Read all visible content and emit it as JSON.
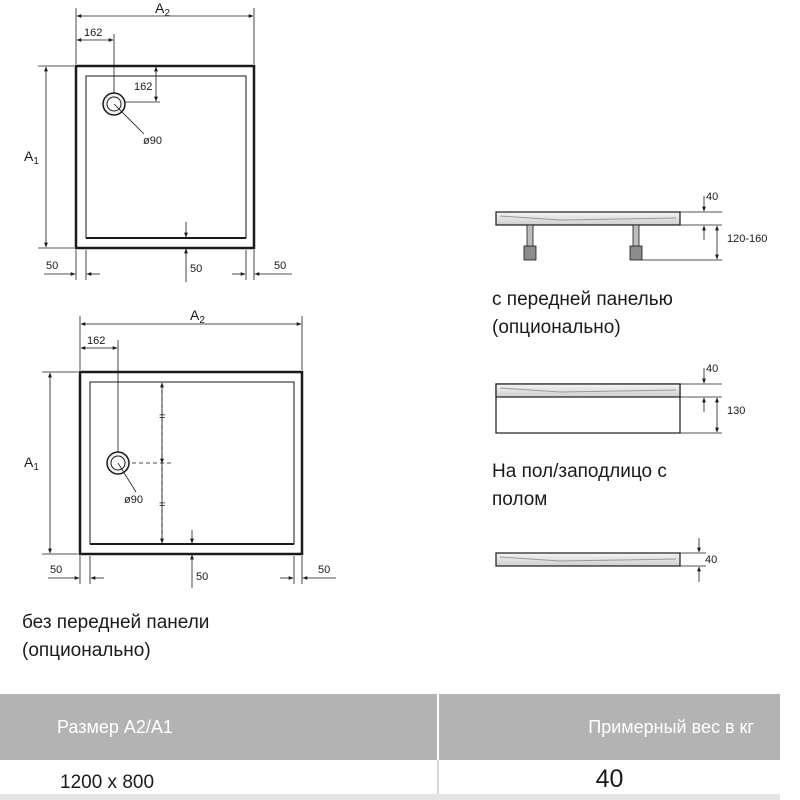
{
  "drawing_top": {
    "width_label": "A",
    "width_sub": "2",
    "height_label": "A",
    "height_sub": "1",
    "offset_x": "162",
    "offset_y": "162",
    "drain": "ø90",
    "margin_left": "50",
    "margin_center": "50",
    "margin_right": "50"
  },
  "drawing_bottom": {
    "width_label": "A",
    "width_sub": "2",
    "height_label": "A",
    "height_sub": "1",
    "offset_x": "162",
    "drain": "ø90",
    "margin_left": "50",
    "margin_center": "50",
    "margin_right": "50"
  },
  "side_front": {
    "top_dim": "40",
    "height_dim": "120-160",
    "caption_line1": "с передней панелью",
    "caption_line2": "(опционально)"
  },
  "side_floor": {
    "top_dim": "40",
    "height_dim": "130",
    "caption_line1": "На пол/заподлицо с",
    "caption_line2": "полом"
  },
  "side_flush": {
    "top_dim": "40"
  },
  "caption_no_front": {
    "line1": "без передней панели",
    "line2": "(опционально)"
  },
  "table": {
    "header_size": "Размер A2/A1",
    "header_weight": "Примерный вес в кг",
    "rows": [
      {
        "size": "1200 x 800",
        "weight": "40"
      }
    ]
  }
}
